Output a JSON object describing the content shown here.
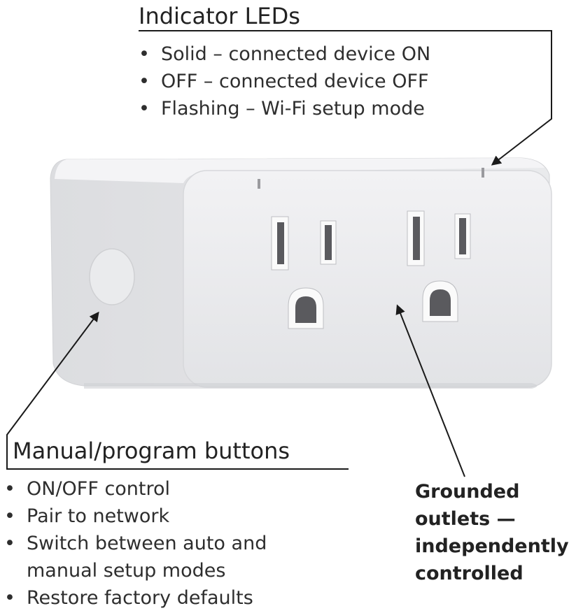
{
  "indicator_leds": {
    "title": "Indicator LEDs",
    "items": [
      "Solid – connected device ON",
      "OFF – connected device OFF",
      "Flashing – Wi-Fi setup mode"
    ]
  },
  "buttons": {
    "title": "Manual/program buttons",
    "items": [
      "ON/OFF control",
      "Pair to network",
      "Switch between auto and",
      "manual setup modes",
      "Restore factory defaults"
    ]
  },
  "outlets_label": "Grounded\noutlets —\nindependently\ncontrolled",
  "colors": {
    "device_body": "#e4e5e7",
    "device_face": "#efeff1",
    "device_shadow": "#c9cacd",
    "slot": "#5a5a5e",
    "line": "#1a1a1a"
  }
}
